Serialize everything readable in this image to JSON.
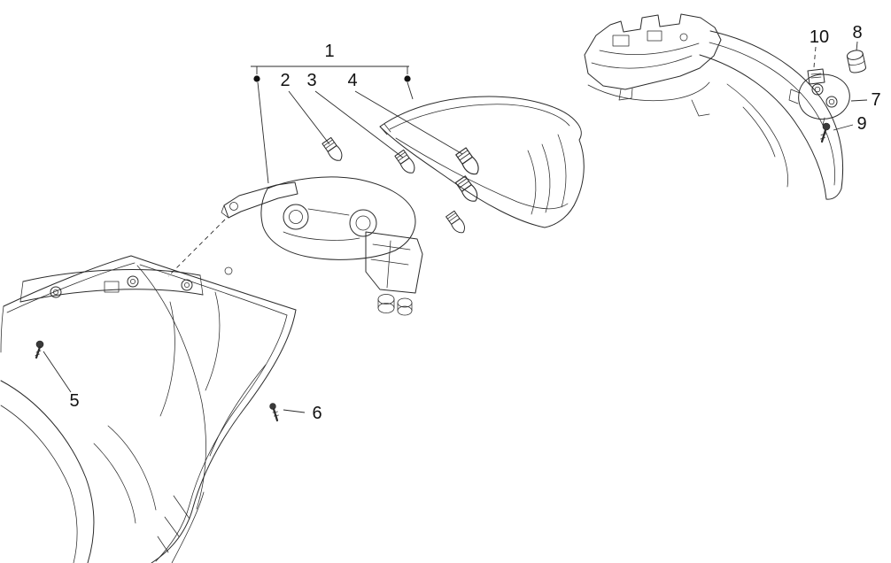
{
  "diagram": {
    "colors": {
      "background": "#ffffff",
      "line": "#2b2b2b",
      "text": "#111111"
    },
    "callouts": [
      {
        "label": "1"
      },
      {
        "label": "2"
      },
      {
        "label": "3"
      },
      {
        "label": "4"
      },
      {
        "label": "5"
      },
      {
        "label": "6"
      },
      {
        "label": "7"
      },
      {
        "label": "8"
      },
      {
        "label": "9"
      },
      {
        "label": "10"
      }
    ]
  }
}
